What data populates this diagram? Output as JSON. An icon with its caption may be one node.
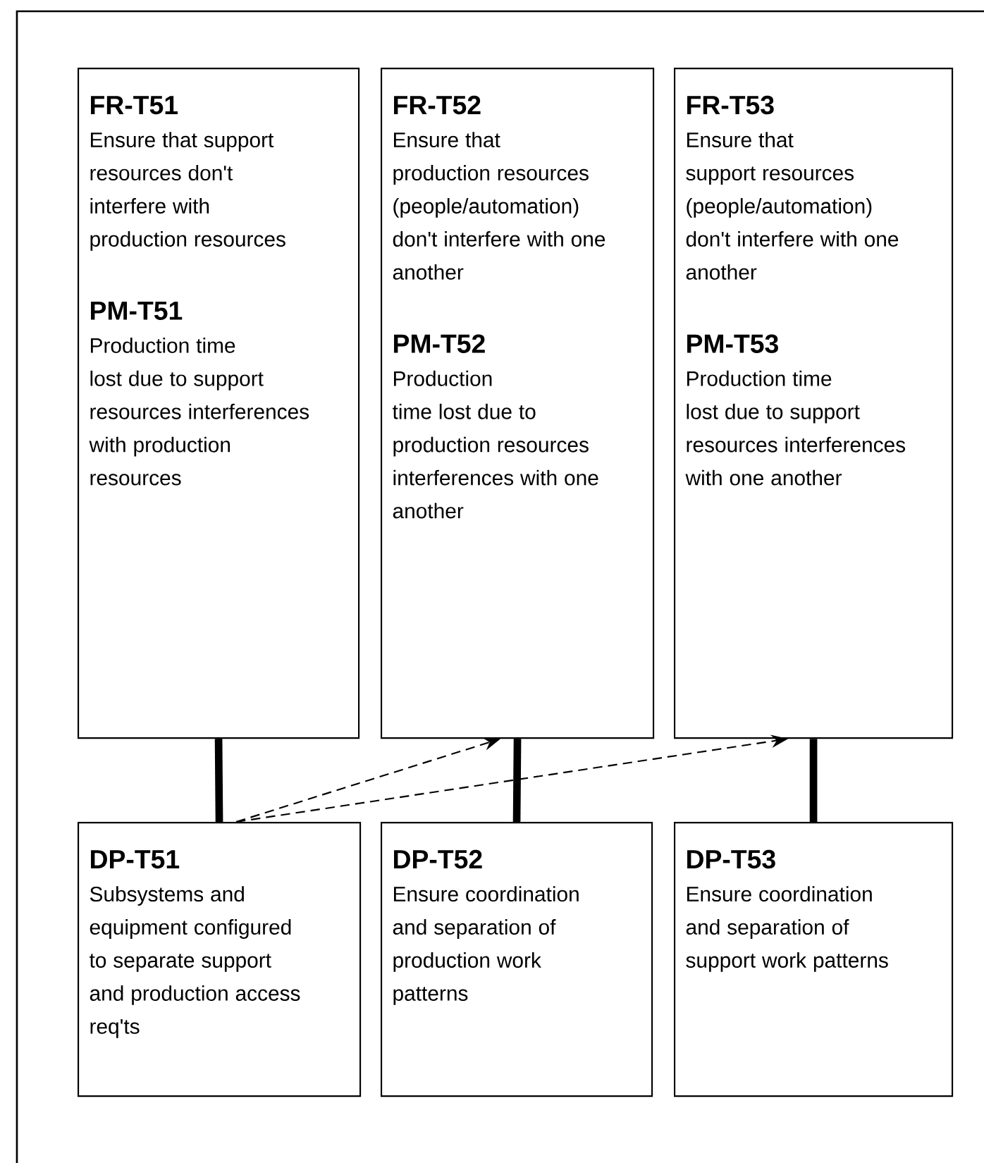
{
  "diagram": {
    "nodes": [
      {
        "text": [
          "FR-T51",
          "Ensure that support resources don't interfere with production resources",
          "PM-T51",
          "Production time lost due to support resources interferences with production resources"
        ]
      },
      {
        "text": [
          "FR-T52",
          "Ensure that production resources (people/automation) don't interfere with one another",
          "PM-T52",
          "Production time lost due to production resources interferences with one another"
        ]
      },
      {
        "text": [
          "FR-T53",
          "Ensure that support resources (people/automation) don't interfere with one another",
          "PM-T53",
          "Production time lost due to support resources interferences with one another"
        ]
      },
      {
        "text": [
          "DP-T51",
          "Subsystems and equipment configured to separate support and production access req'ts"
        ]
      },
      {
        "text": [
          "DP-T52",
          "Ensure coordination and separation of production work patterns"
        ]
      },
      {
        "text": [
          "DP-T53",
          "Ensure coordination and separation of support work patterns"
        ]
      }
    ],
    "edges": [
      {
        "from": 3,
        "to": 0,
        "arrow": "none"
      },
      {
        "from": 4,
        "to": 1,
        "arrow": "none"
      },
      {
        "from": 5,
        "to": 2,
        "arrow": "none"
      },
      {
        "from": 3,
        "to": 1,
        "arrow": "to",
        "style": "dashed"
      },
      {
        "from": 3,
        "to": 2,
        "arrow": "to",
        "style": "dashed"
      }
    ]
  }
}
